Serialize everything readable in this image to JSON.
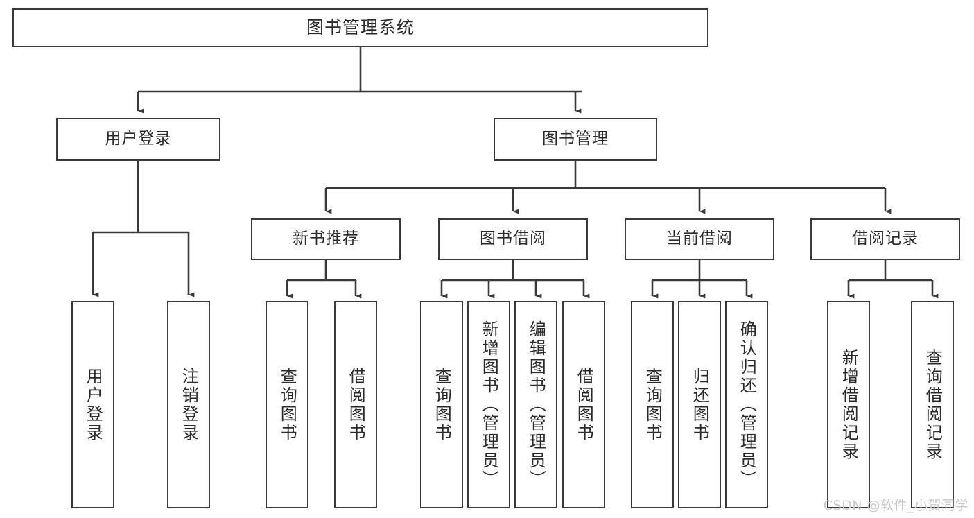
{
  "diagram": {
    "type": "tree-hierarchy-chart",
    "title": "图书管理系统",
    "watermark": "CSDN @软件_小贺同学",
    "colors": {
      "background": "#ffffff",
      "stroke": "#3a3a3a",
      "text": "#2b2b2b",
      "watermark": "#c9c9c9"
    },
    "nodes": {
      "root": {
        "label": "图书管理系统"
      },
      "level2": [
        {
          "id": "user-login",
          "label": "用户登录"
        },
        {
          "id": "book-manage",
          "label": "图书管理"
        }
      ],
      "level3": [
        {
          "id": "new-book-recommend",
          "label": "新书推荐"
        },
        {
          "id": "book-borrow",
          "label": "图书借阅"
        },
        {
          "id": "current-borrow",
          "label": "当前借阅"
        },
        {
          "id": "borrow-record",
          "label": "借阅记录"
        }
      ],
      "leaves": {
        "user_login": [
          {
            "id": "leaf-user-login",
            "label": "用户登录"
          },
          {
            "id": "leaf-logout-login",
            "label": "注销登录"
          }
        ],
        "new_book_recommend": [
          {
            "id": "leaf-query-book-1",
            "label": "查询图书"
          },
          {
            "id": "leaf-borrow-book-1",
            "label": "借阅图书"
          }
        ],
        "book_borrow": [
          {
            "id": "leaf-query-book-2",
            "label": "查询图书"
          },
          {
            "id": "leaf-add-book",
            "label": "新增图书（管理员）"
          },
          {
            "id": "leaf-edit-book",
            "label": "编辑图书（管理员）"
          },
          {
            "id": "leaf-borrow-book-2",
            "label": "借阅图书"
          }
        ],
        "current_borrow": [
          {
            "id": "leaf-query-book-3",
            "label": "查询图书"
          },
          {
            "id": "leaf-return-book",
            "label": "归还图书"
          },
          {
            "id": "leaf-confirm-return",
            "label": "确认归还（管理员）"
          }
        ],
        "borrow_record": [
          {
            "id": "leaf-add-record",
            "label": "新增借阅记录"
          },
          {
            "id": "leaf-query-record",
            "label": "查询借阅记录"
          }
        ]
      }
    }
  }
}
